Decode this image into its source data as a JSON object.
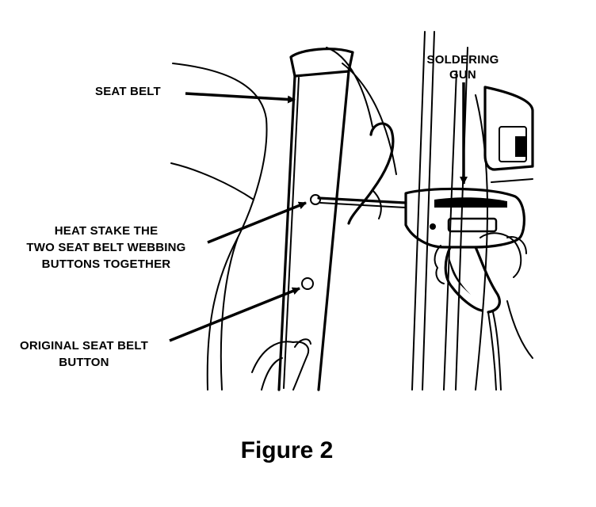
{
  "labels": {
    "seat_belt": "SEAT BELT",
    "soldering_gun_line1": "SOLDERING",
    "soldering_gun_line2": "GUN",
    "heat_stake_line1": "HEAT STAKE THE",
    "heat_stake_line2": "TWO SEAT BELT WEBBING",
    "heat_stake_line3": "BUTTONS TOGETHER",
    "original_button_line1": "ORIGINAL SEAT BELT",
    "original_button_line2": "BUTTON"
  },
  "caption": "Figure 2"
}
